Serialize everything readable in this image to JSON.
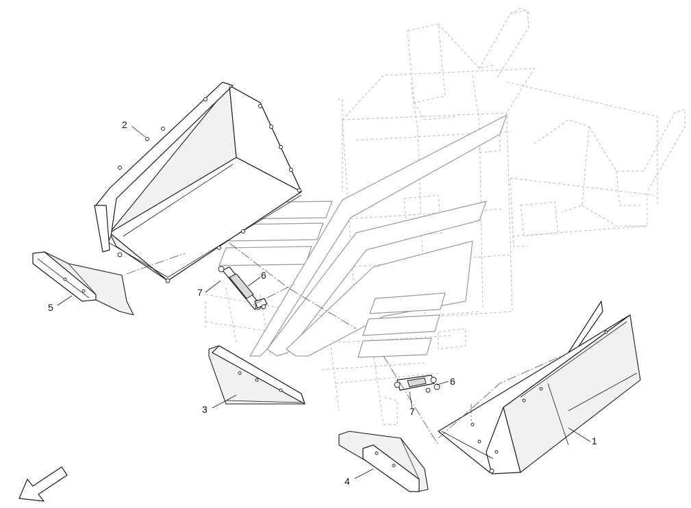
{
  "callouts": {
    "p1": "1",
    "p2": "2",
    "p3": "3",
    "p4": "4",
    "p5": "5",
    "p6a": "6",
    "p6b": "6",
    "p7a": "7",
    "p7b": "7"
  },
  "icons": {
    "orientation": "front-direction-arrow-icon"
  },
  "colors": {
    "line": "#1a1a1a",
    "ghost": "#bdbdbd",
    "background": "#ffffff"
  }
}
